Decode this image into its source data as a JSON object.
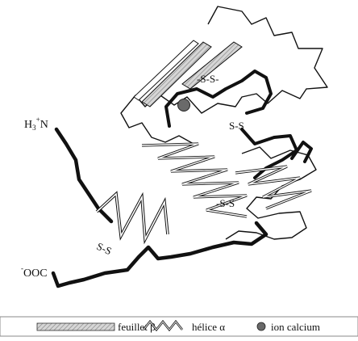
{
  "labels": {
    "n_terminus_base": "H",
    "n_terminus_sub": "3",
    "n_terminus_sup": "+",
    "n_terminus_tail": "N",
    "c_terminus_sup": "-",
    "c_terminus_tail": "OOC",
    "disulfide_1": "-S-S-",
    "disulfide_2": "S-S",
    "disulfide_3": "-S-S",
    "disulfide_4": "S-S"
  },
  "legend": {
    "sheet": "feuillet β",
    "helix": "hélice α",
    "calcium": "ion calcium"
  },
  "colors": {
    "backbone": "#111111",
    "sheet_fill": "#c8c8c8",
    "calcium": "#6a6a6a",
    "legend_border": "#888888"
  }
}
